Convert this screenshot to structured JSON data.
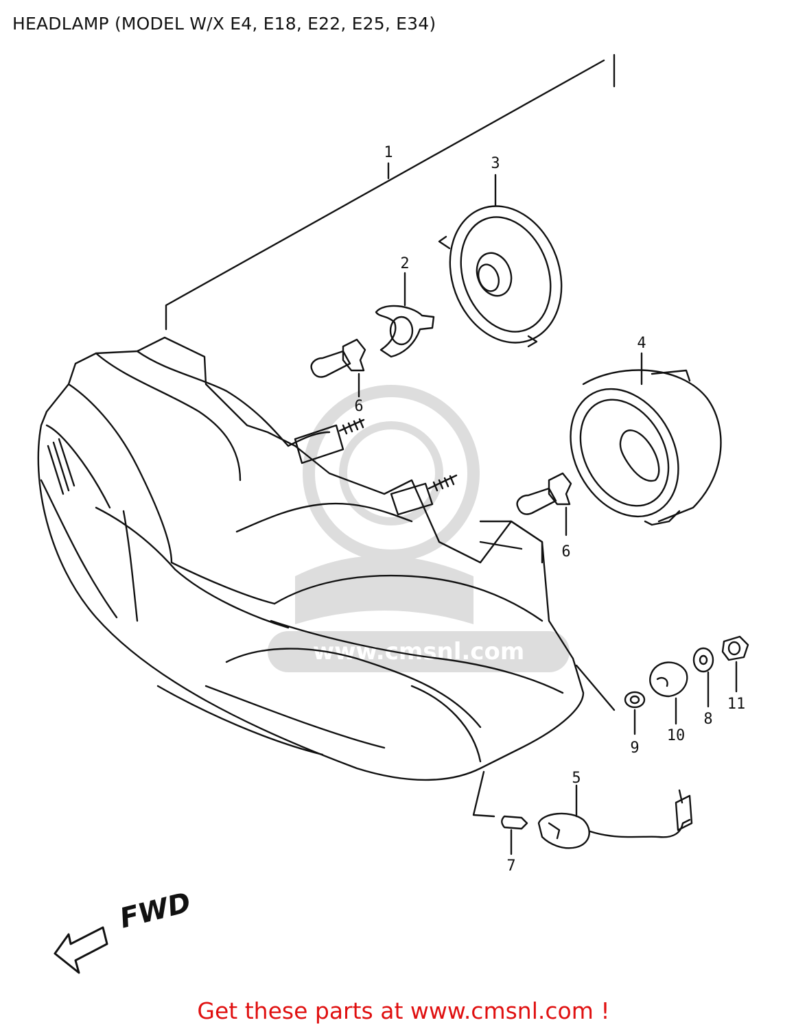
{
  "title": "HEADLAMP (MODEL W/X E4, E18, E22, E25, E34)",
  "callouts": {
    "c1": "1",
    "c2": "2",
    "c3": "3",
    "c4": "4",
    "c5": "5",
    "c6a": "6",
    "c6b": "6",
    "c7": "7",
    "c8": "8",
    "c9": "9",
    "c10": "10",
    "c11": "11"
  },
  "direction_label": "FWD",
  "footer": "Get these parts at www.cmsnl.com !",
  "watermark_text": "www.cmsnl.com",
  "colors": {
    "footer_text": "#e01010",
    "line_art": "#111111"
  },
  "icons": {
    "direction_arrow": "arrow-left-icon"
  }
}
